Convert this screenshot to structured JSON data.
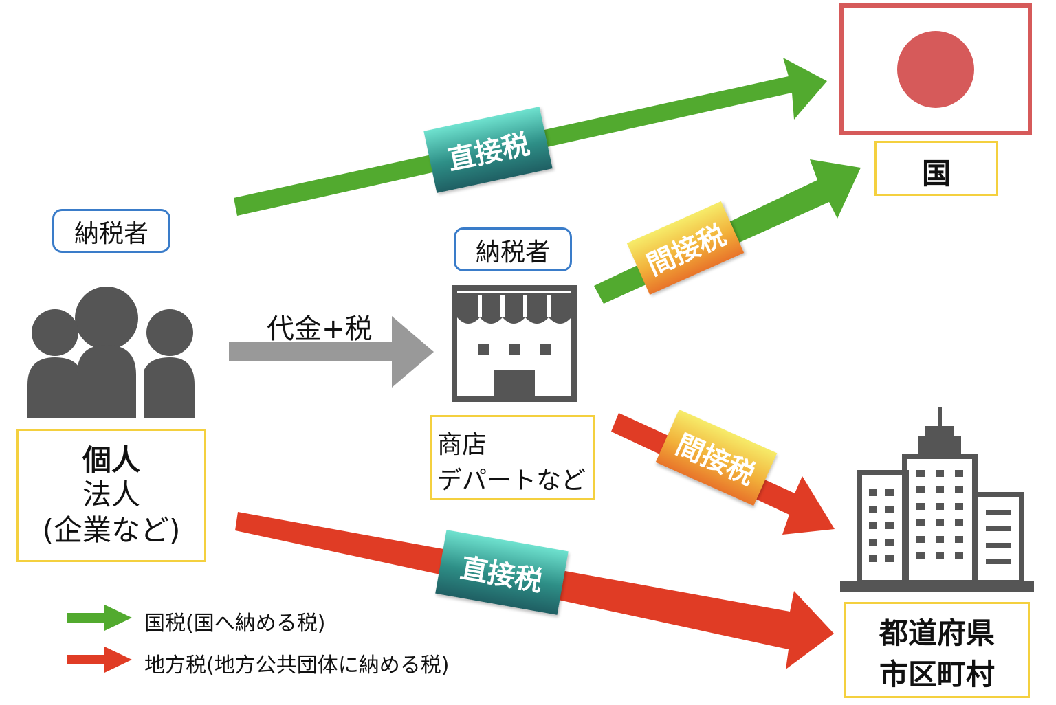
{
  "taxpayer_individual": {
    "label": "納税者",
    "name_bold": "個人",
    "name_line2": "法人",
    "name_line3": "(企業など)"
  },
  "payment_arrow": {
    "label": "代金+税"
  },
  "taxpayer_store": {
    "label": "納税者",
    "line1": "商店",
    "line2": "デパートなど"
  },
  "country": {
    "label": "国",
    "flag_color": "#d65a5a",
    "frame_color": "#d65a5a"
  },
  "local_gov": {
    "line1": "都道府県",
    "line2": "市区町村"
  },
  "flows": {
    "direct_national": "直接税",
    "indirect_national": "間接税",
    "indirect_local": "間接税",
    "direct_local": "直接税"
  },
  "legend": {
    "national": "国税(国へ納める税)",
    "local": "地方税(地方公共団体に納める税)"
  },
  "colors": {
    "national_arrow": "#52aa2f",
    "local_arrow": "#e03c25",
    "payment_arrow": "#999999",
    "icon_gray": "#555555"
  }
}
